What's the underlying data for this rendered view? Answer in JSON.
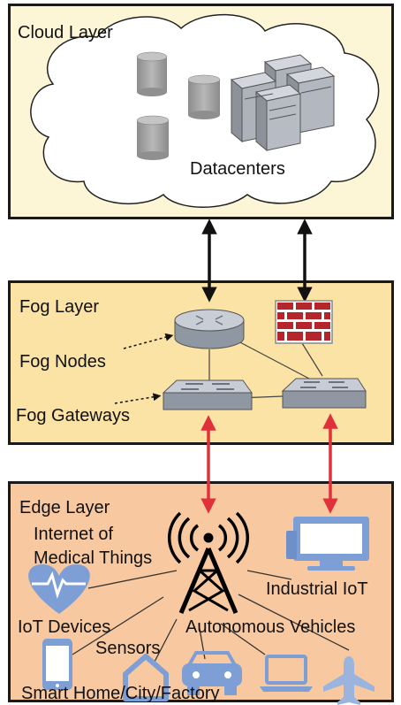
{
  "cloud": {
    "title": "Cloud Layer",
    "datacenters_label": "Datacenters"
  },
  "fog": {
    "title": "Fog Layer",
    "nodes_label": "Fog Nodes",
    "gateways_label": "Fog Gateways"
  },
  "edge": {
    "title": "Edge Layer",
    "iomt_label_line1": "Internet of",
    "iomt_label_line2": "Medical Things",
    "industrial_label": "Industrial IoT",
    "iot_devices_label": "IoT Devices",
    "autonomous_label": "Autonomous Vehicles",
    "sensors_label": "Sensors",
    "smart_label": "Smart Home/City/Factory"
  },
  "colors": {
    "cloud_bg": "#fdf6d6",
    "fog_bg": "#fbe2a5",
    "edge_bg": "#f8c9a0",
    "cloud_fog_arrow": "#111111",
    "fog_edge_arrow": "#e0303a",
    "device_icon": "#7d9fd6",
    "firewall": "#b5262c"
  },
  "icons": [
    "database-icon",
    "server-icon",
    "router-icon",
    "firewall-icon",
    "switch-icon",
    "cell-tower-icon",
    "monitor-icon",
    "heart-pulse-icon",
    "smartphone-icon",
    "house-icon",
    "car-icon",
    "laptop-icon",
    "airplane-icon"
  ]
}
